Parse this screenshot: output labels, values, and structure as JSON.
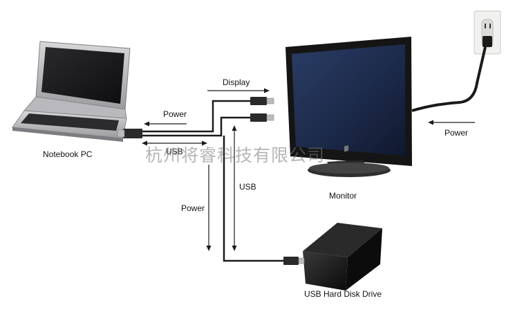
{
  "labels": {
    "display": "Display",
    "power_laptop": "Power",
    "usb_laptop": "USB",
    "power_wall": "Power",
    "usb_drive": "USB",
    "power_drive": "Power",
    "notebook": "Notebook PC",
    "monitor": "Monitor",
    "hdd": "USB Hard Disk Drive"
  },
  "watermark": "杭州将睿科技有限公司",
  "colors": {
    "cable": "#1a1a1a",
    "connector": "#2a2a2a",
    "screen": "#1e2c4a"
  }
}
